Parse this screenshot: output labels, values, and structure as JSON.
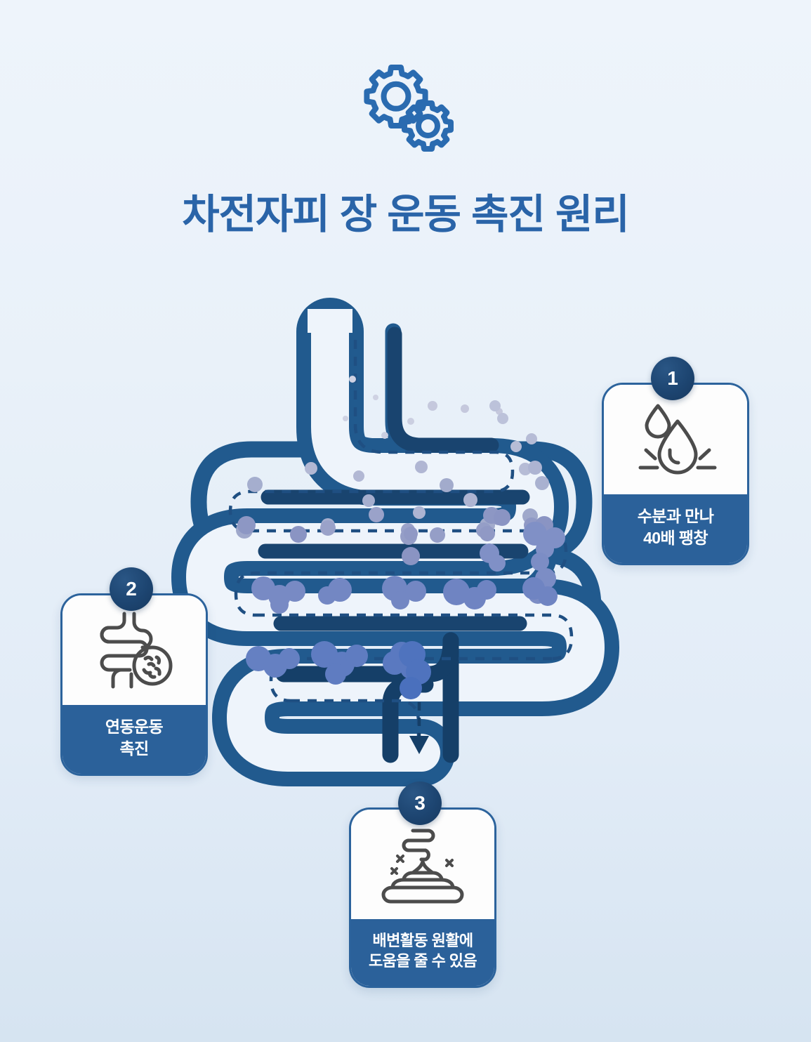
{
  "page": {
    "title": "차전자피 장 운동 촉진 원리",
    "background_top": "#eef4fb",
    "background_bottom": "#d6e4f1",
    "title_color": "#2a64a8"
  },
  "header_icon": {
    "name": "gears-icon",
    "color": "#2a6bb0",
    "description": "two interlocking gears"
  },
  "diagram": {
    "name": "intestine-diagram",
    "tube_color": "#215a8e",
    "tube_dark_color": "#153f68",
    "lumen_color": "#eef4fb",
    "dashed_path_color": "#1f4f82",
    "particle_colors": [
      "#c5c8dd",
      "#b3b7d2",
      "#9aa2c9",
      "#8690c2",
      "#6f8fc8",
      "#5683c4",
      "#4a7bc0"
    ],
    "arrow_label": "flow-direction-arrow"
  },
  "cards": [
    {
      "number": "1",
      "icon_name": "water-drop-icon",
      "label": "수분과 만나\n40배 팽창",
      "badge_color": "#1d4571",
      "footer_color": "#2b619a",
      "border_color": "#2c639c"
    },
    {
      "number": "2",
      "icon_name": "intestine-microbe-icon",
      "label": "연동운동\n촉진",
      "badge_color": "#1d4571",
      "footer_color": "#2b619a",
      "border_color": "#2c639c"
    },
    {
      "number": "3",
      "icon_name": "stool-icon",
      "label": "배변활동 원활에\n도움을 줄 수 있음",
      "badge_color": "#1d4571",
      "footer_color": "#2b619a",
      "border_color": "#2c639c"
    }
  ]
}
